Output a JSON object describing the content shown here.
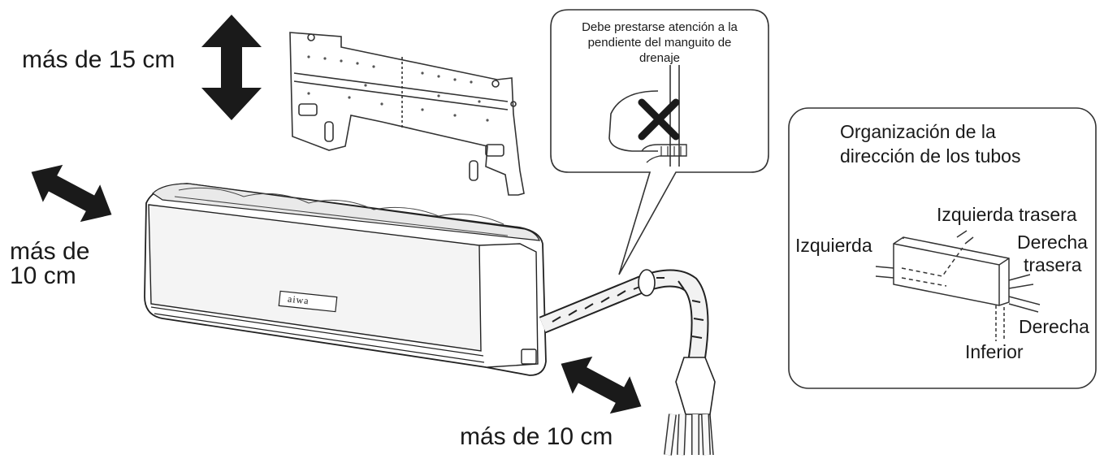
{
  "clearances": {
    "top": "más de 15 cm",
    "left_line1": "más de",
    "left_line2": "10 cm",
    "right": "más de 10 cm"
  },
  "callout": {
    "text_line1": "Debe prestarse atención a la",
    "text_line2": "pendiente del manguito de",
    "text_line3": "drenaje"
  },
  "piping_panel": {
    "title_line1": "Organización de la",
    "title_line2": "dirección de los tubos",
    "left": "Izquierda",
    "rear_left": "Izquierda trasera",
    "rear_right_line1": "Derecha",
    "rear_right_line2": "trasera",
    "right": "Derecha",
    "bottom": "Inferior"
  },
  "brand": "aiwa",
  "icons": {
    "top": "double-arrow-vertical-icon",
    "left": "double-arrow-diagonal-icon",
    "right": "double-arrow-diagonal-icon",
    "callout_mark": "cross-icon"
  }
}
